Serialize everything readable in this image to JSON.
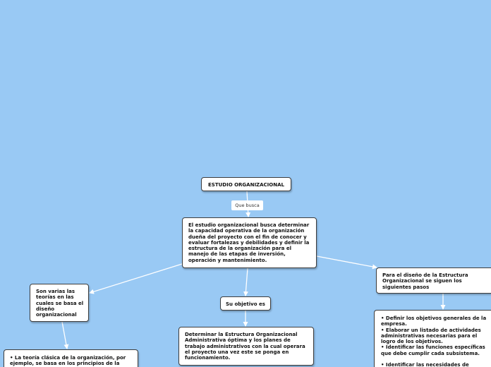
{
  "colors": {
    "background": "#99c9f4",
    "node_fill": "#ffffff",
    "node_border": "#3d3d3d",
    "connector": "#ffffff"
  },
  "map": {
    "root": "ESTUDIO ORGANIZACIONAL",
    "link_label": "Que busca",
    "definition": "El estudio organizacional busca determinar la capacidad operativa de la organización dueña del proyecto con el fin de conocer y evaluar fortalezas y debilidades y definir la estructura de la organización para el manejo de las etapas de inversión, operación y mantenimiento.",
    "theories": "Son varias las teorías en las cuales se basa el diseño organizacional",
    "theories_detail": "• La teoría clásica de la organización, por ejemplo, se basa en los principios de la",
    "objective": "Su objetivo es",
    "objective_detail": "Determinar la Estructura Organizacional Administrativa óptima y los planes de trabajo administrativos con la cual operara el proyecto una vez este se ponga en funcionamiento.",
    "design": "Para el diseño de la Estructura Organizacional se siguen los siguientes pasos",
    "design_steps": "• Definir los objetivos generales de la empresa.\n• Elaborar un listado de actividades administrativas necesarias para el logro de los objetivos.\n• Identificar las funciones específicas que debe cumplir cada subsistema.\n\n• Identificar las necesidades de Recursos"
  }
}
